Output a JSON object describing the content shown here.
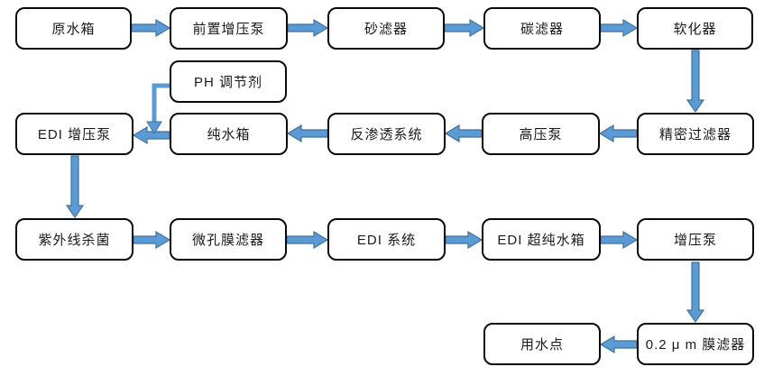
{
  "colors": {
    "background": "#ffffff",
    "box_border": "#0a0a0a",
    "box_fill": "#ffffff",
    "text": "#1a1a1a",
    "arrow_fill": "#5b9bd5",
    "arrow_stroke": "#41719c"
  },
  "nodes": [
    {
      "id": "raw-water-tank",
      "label": "原水箱"
    },
    {
      "id": "pre-boost-pump",
      "label": "前置增压泵"
    },
    {
      "id": "sand-filter",
      "label": "砂滤器"
    },
    {
      "id": "carbon-filter",
      "label": "碳滤器"
    },
    {
      "id": "softener",
      "label": "软化器"
    },
    {
      "id": "ph-adjuster",
      "label": "PH 调节剂"
    },
    {
      "id": "edi-boost-pump",
      "label": "EDI 增压泵"
    },
    {
      "id": "pure-water-tank",
      "label": "纯水箱"
    },
    {
      "id": "ro-system",
      "label": "反渗透系统"
    },
    {
      "id": "high-pressure-pump",
      "label": "高压泵"
    },
    {
      "id": "precision-filter",
      "label": "精密过滤器"
    },
    {
      "id": "uv-sterilizer",
      "label": "紫外线杀菌"
    },
    {
      "id": "microporous-membrane-filter",
      "label": "微孔膜滤器"
    },
    {
      "id": "edi-system",
      "label": "EDI 系统"
    },
    {
      "id": "edi-ultrapure-water-tank",
      "label": "EDI 超纯水箱"
    },
    {
      "id": "boost-pump",
      "label": "增压泵"
    },
    {
      "id": "point-of-use",
      "label": "用水点"
    },
    {
      "id": "membrane-filter-0-2um",
      "label": "0.2 μ m 膜滤器"
    }
  ],
  "edges": [
    {
      "from": "raw-water-tank",
      "to": "pre-boost-pump"
    },
    {
      "from": "pre-boost-pump",
      "to": "sand-filter"
    },
    {
      "from": "sand-filter",
      "to": "carbon-filter"
    },
    {
      "from": "carbon-filter",
      "to": "softener"
    },
    {
      "from": "softener",
      "to": "precision-filter"
    },
    {
      "from": "precision-filter",
      "to": "high-pressure-pump"
    },
    {
      "from": "high-pressure-pump",
      "to": "ro-system"
    },
    {
      "from": "ro-system",
      "to": "pure-water-tank"
    },
    {
      "from": "pure-water-tank",
      "to": "edi-boost-pump"
    },
    {
      "from": "ph-adjuster",
      "to": "edi-boost-pump"
    },
    {
      "from": "edi-boost-pump",
      "to": "uv-sterilizer"
    },
    {
      "from": "uv-sterilizer",
      "to": "microporous-membrane-filter"
    },
    {
      "from": "microporous-membrane-filter",
      "to": "edi-system"
    },
    {
      "from": "edi-system",
      "to": "edi-ultrapure-water-tank"
    },
    {
      "from": "edi-ultrapure-water-tank",
      "to": "boost-pump"
    },
    {
      "from": "boost-pump",
      "to": "membrane-filter-0-2um"
    },
    {
      "from": "membrane-filter-0-2um",
      "to": "point-of-use"
    }
  ]
}
